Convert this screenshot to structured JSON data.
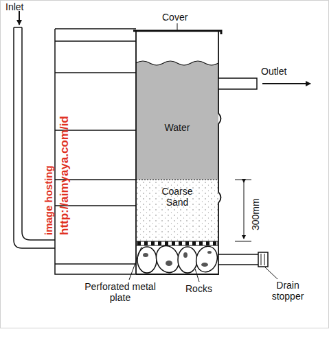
{
  "diagram": {
    "nodes": [
      {
        "text": [
          "Water"
        ]
      },
      {
        "text": [
          "Coarse Sand"
        ]
      }
    ],
    "labels": [
      "Inlet",
      "Cover",
      "Outlet",
      "300mm",
      "Perforated metal plate",
      "Rocks",
      "Drain stopper",
      "image hosting",
      "http://aimyaya.com/id"
    ]
  }
}
